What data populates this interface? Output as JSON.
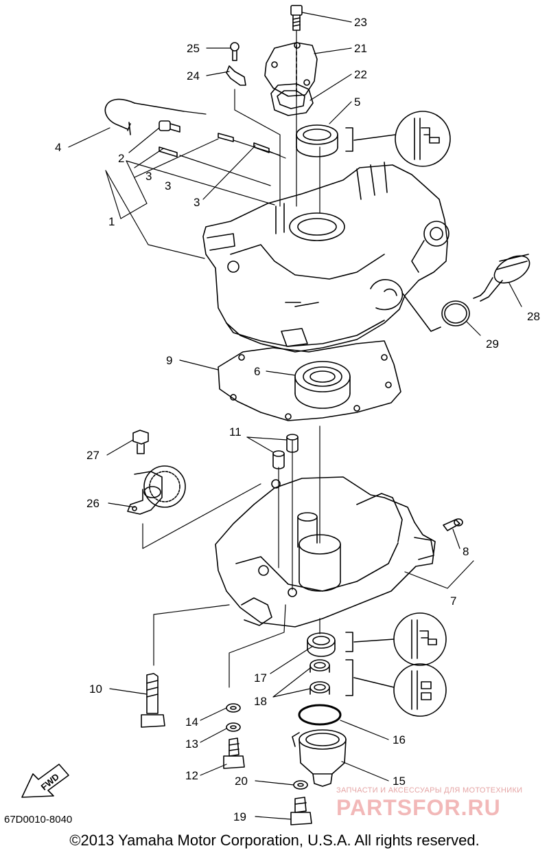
{
  "part_labels": [
    {
      "id": "p1",
      "text": "1"
    },
    {
      "id": "p2",
      "text": "2"
    },
    {
      "id": "p3a",
      "text": "3"
    },
    {
      "id": "p3b",
      "text": "3"
    },
    {
      "id": "p3c",
      "text": "3"
    },
    {
      "id": "p4",
      "text": "4"
    },
    {
      "id": "p5",
      "text": "5"
    },
    {
      "id": "p6",
      "text": "6"
    },
    {
      "id": "p7",
      "text": "7"
    },
    {
      "id": "p8",
      "text": "8"
    },
    {
      "id": "p9",
      "text": "9"
    },
    {
      "id": "p10",
      "text": "10"
    },
    {
      "id": "p11",
      "text": "11"
    },
    {
      "id": "p12",
      "text": "12"
    },
    {
      "id": "p13",
      "text": "13"
    },
    {
      "id": "p14",
      "text": "14"
    },
    {
      "id": "p15",
      "text": "15"
    },
    {
      "id": "p16",
      "text": "16"
    },
    {
      "id": "p17",
      "text": "17"
    },
    {
      "id": "p18",
      "text": "18"
    },
    {
      "id": "p19",
      "text": "19"
    },
    {
      "id": "p20",
      "text": "20"
    },
    {
      "id": "p21",
      "text": "21"
    },
    {
      "id": "p22",
      "text": "22"
    },
    {
      "id": "p23",
      "text": "23"
    },
    {
      "id": "p24",
      "text": "24"
    },
    {
      "id": "p25",
      "text": "25"
    },
    {
      "id": "p26",
      "text": "26"
    },
    {
      "id": "p27",
      "text": "27"
    },
    {
      "id": "p28",
      "text": "28"
    },
    {
      "id": "p29",
      "text": "29"
    }
  ],
  "fwd_arrow_label": "FWD",
  "diagram_code": "67D0010-8040",
  "copyright": "©2013 Yamaha Motor Corporation, U.S.A. All rights reserved.",
  "watermark": {
    "tagline": "ЗАПЧАСТИ И АКСЕССУАРЫ ДЛЯ МОТОТЕХНИКИ",
    "brand": "PARTSFOR.RU"
  }
}
